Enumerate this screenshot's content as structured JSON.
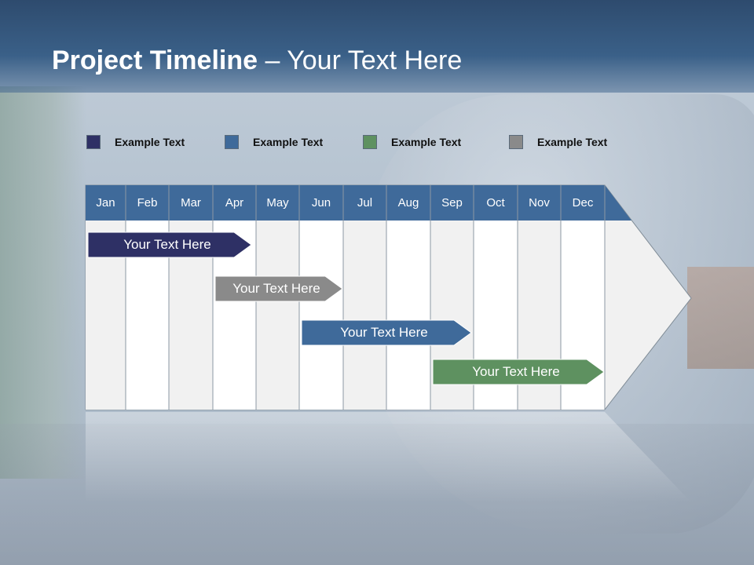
{
  "title": {
    "bold": "Project Timeline",
    "rest": " – Your Text Here"
  },
  "legend": [
    {
      "label": "Example Text",
      "color": "#2e3065"
    },
    {
      "label": "Example Text",
      "color": "#3f6a9a"
    },
    {
      "label": "Example Text",
      "color": "#5e9160"
    },
    {
      "label": "Example Text",
      "color": "#8a8a8a"
    }
  ],
  "months": [
    "Jan",
    "Feb",
    "Mar",
    "Apr",
    "May",
    "Jun",
    "Jul",
    "Aug",
    "Sep",
    "Oct",
    "Nov",
    "Dec"
  ],
  "tasks": [
    {
      "label": "Your  Text Here",
      "color": "#2e3065"
    },
    {
      "label": "Your  Text Here",
      "color": "#8a8a8a"
    },
    {
      "label": "Your  Text Here",
      "color": "#3f6a9a"
    },
    {
      "label": "Your  Text Here",
      "color": "#5e9160"
    }
  ],
  "colors": {
    "header_bar": "#3f6a9a"
  }
}
